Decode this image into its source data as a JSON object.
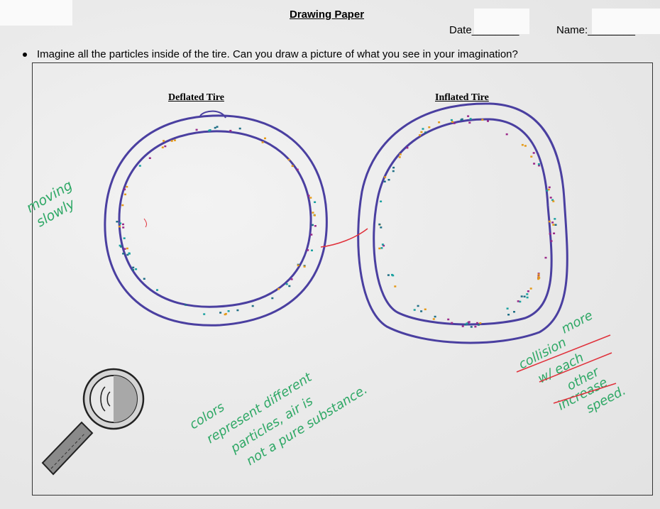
{
  "header": {
    "title": "Drawing Paper",
    "date_label": "Date",
    "date_blank": "________",
    "name_label": "Name:",
    "name_blank": "________"
  },
  "prompt": "Imagine all the particles inside of the tire. Can you draw a picture of what you see in your imagination?",
  "drawings": {
    "left_label": "Deflated Tire",
    "right_label": "Inflated Tire"
  },
  "annotations": {
    "moving_slowly": [
      "moving",
      "slowly"
    ],
    "colors_note": [
      "colors",
      "represent different",
      "particles, air is",
      "not a pure substance."
    ],
    "right_note": [
      "more",
      "collision",
      "w/ each",
      "other",
      "increase",
      "speed."
    ]
  },
  "colors": {
    "tire_outline": "#4a3fa0",
    "annotation_green": "#2fa866",
    "annotation_red": "#e0303a",
    "particle_colors": [
      "#e59a1a",
      "#9b2a8a",
      "#1f6f86",
      "#1aa1a0"
    ]
  },
  "icons": [
    "magnifying-glass-icon"
  ]
}
